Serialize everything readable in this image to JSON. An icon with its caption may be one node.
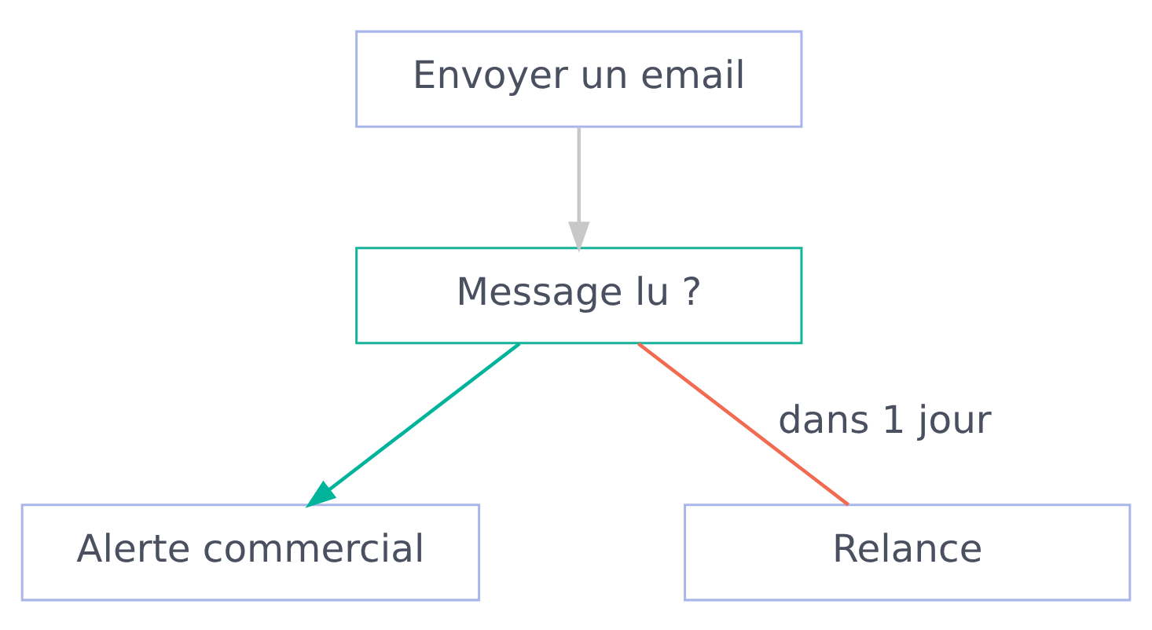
{
  "diagram": {
    "nodes": [
      {
        "text": [
          "Envoyer un email"
        ]
      },
      {
        "text": [
          "Message lu ?"
        ]
      },
      {
        "text": [
          "Alerte commercial"
        ]
      },
      {
        "text": [
          "Relance"
        ]
      }
    ],
    "edges": [
      {
        "from": 0,
        "to": 1,
        "arrow": "to",
        "color": "#c8c8c8"
      },
      {
        "from": 1,
        "to": 2,
        "arrow": "to",
        "color": "#00b39b"
      },
      {
        "from": 1,
        "to": 3,
        "arrow": "none",
        "label": "dans 1 jour",
        "color": "#f26a4f"
      }
    ]
  }
}
